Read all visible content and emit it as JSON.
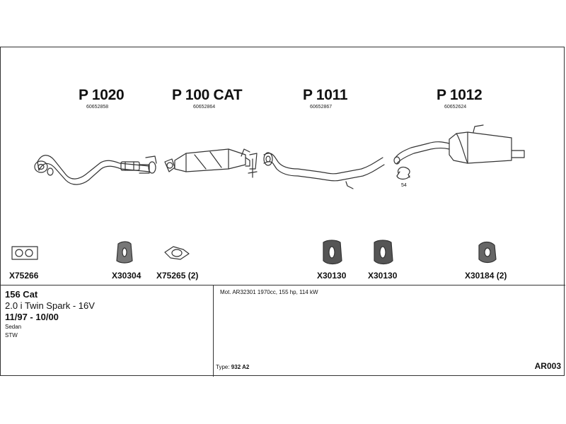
{
  "parts": [
    {
      "name": "P 1020",
      "code": "60652858"
    },
    {
      "name": "P 100 CAT",
      "code": "60652864"
    },
    {
      "name": "P 1011",
      "code": "60652867"
    },
    {
      "name": "P 1012",
      "code": "60652624"
    }
  ],
  "hardware": [
    {
      "label": "X75266"
    },
    {
      "label": "X30304"
    },
    {
      "label": "X75265 (2)"
    },
    {
      "label": "X30130"
    },
    {
      "label": "X30130"
    },
    {
      "label": "X30184 (2)"
    }
  ],
  "clamp_number": "54",
  "vehicle": {
    "model": "156 Cat",
    "engine": "2.0 i Twin Spark - 16V",
    "years": "11/97 - 10/00",
    "body_types": [
      "Sedan",
      "STW"
    ]
  },
  "motor_info": "Mot. AR32301 1970cc, 155 hp, 114 kW",
  "type_label": "Type:",
  "type_value": "932 A2",
  "reference": "AR003"
}
